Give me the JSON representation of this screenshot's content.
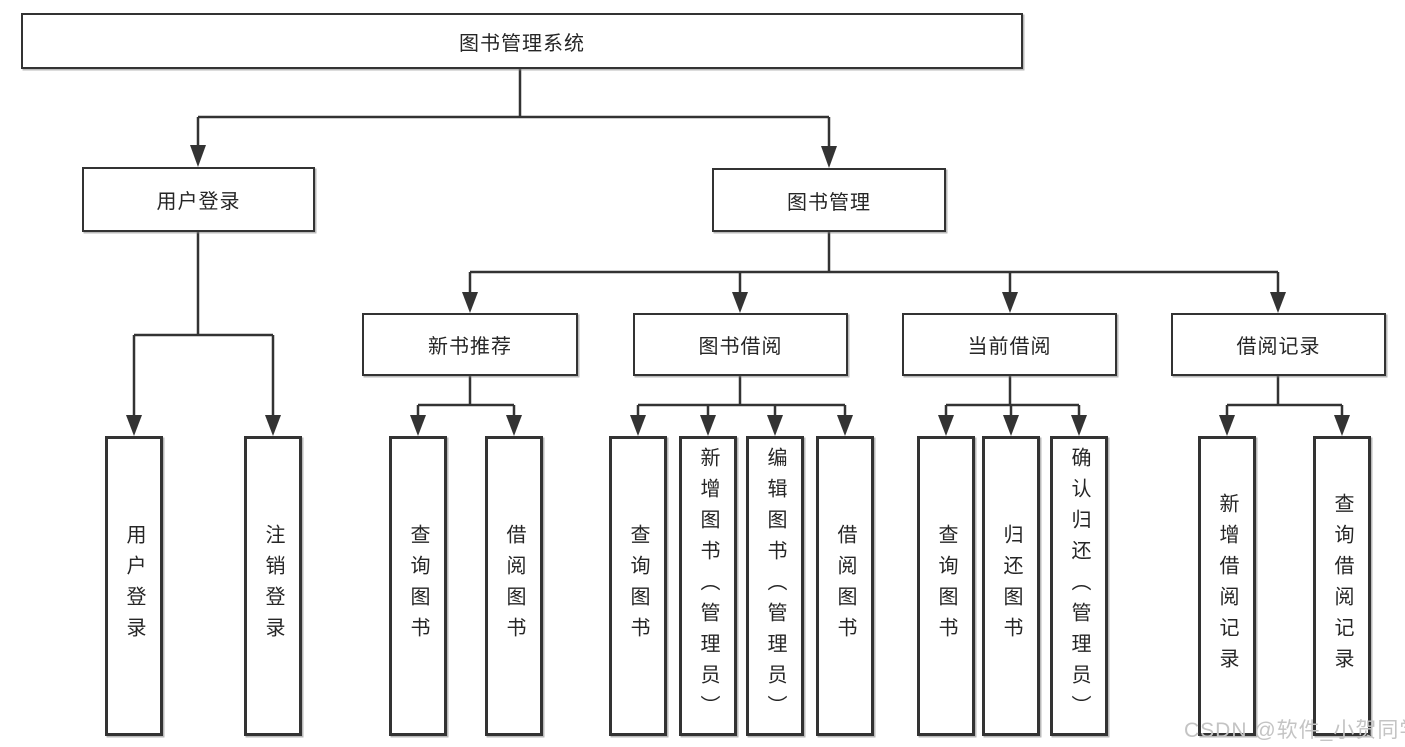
{
  "tree": {
    "root": {
      "label": "图书管理系统",
      "children": [
        {
          "label": "用户登录",
          "children": [
            {
              "label": "用户登录"
            },
            {
              "label": "注销登录"
            }
          ]
        },
        {
          "label": "图书管理",
          "children": [
            {
              "label": "新书推荐",
              "children": [
                {
                  "label": "查询图书"
                },
                {
                  "label": "借阅图书"
                }
              ]
            },
            {
              "label": "图书借阅",
              "children": [
                {
                  "label": "查询图书"
                },
                {
                  "label": "新增图书（管理员）"
                },
                {
                  "label": "编辑图书（管理员）"
                },
                {
                  "label": "借阅图书"
                }
              ]
            },
            {
              "label": "当前借阅",
              "children": [
                {
                  "label": "查询图书"
                },
                {
                  "label": "归还图书"
                },
                {
                  "label": "确认归还（管理员）"
                }
              ]
            },
            {
              "label": "借阅记录",
              "children": [
                {
                  "label": "新增借阅记录"
                },
                {
                  "label": "查询借阅记录"
                }
              ]
            }
          ]
        }
      ]
    }
  },
  "watermark": "CSDN @软件_小贺同学",
  "colors": {
    "line": "#333333",
    "text": "#262626",
    "watermark": "#c4c4c4",
    "background": "#ffffff"
  }
}
